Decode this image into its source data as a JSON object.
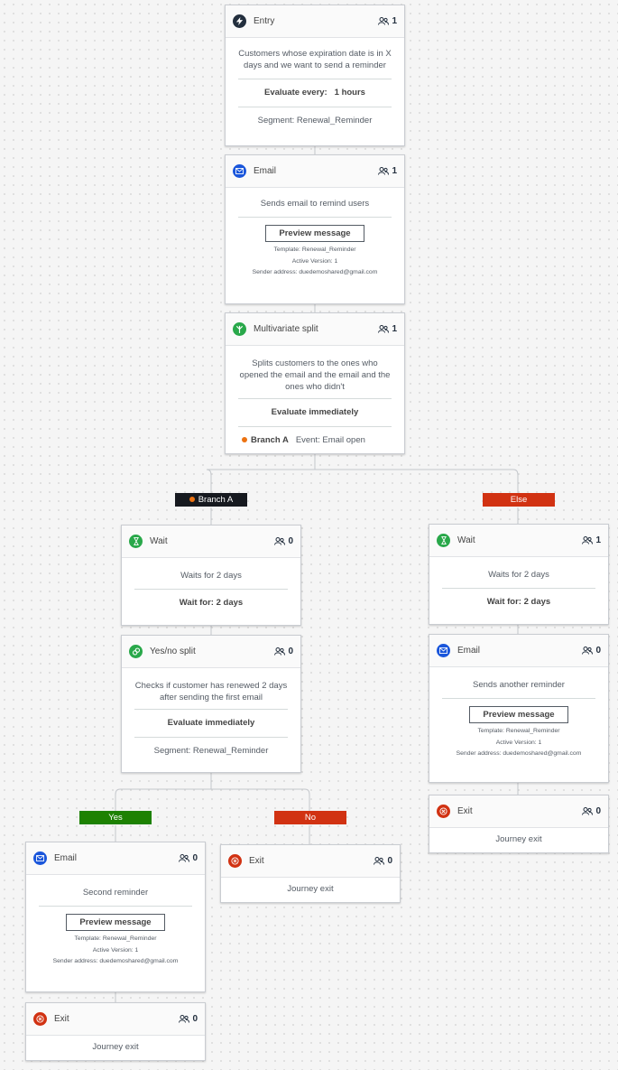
{
  "colors": {
    "dark": "#232f3e",
    "email_blue": "#1a56db",
    "wait_green": "#29a84a",
    "exit_red": "#d13212",
    "branch_dot": "#ec7211",
    "yes_green": "#1d8102",
    "no_red": "#d13212"
  },
  "entry": {
    "title": "Entry",
    "count": "1",
    "description": "Customers whose expiration date is in X days and we want to send a reminder",
    "evaluate_label": "Evaluate every:",
    "evaluate_value": "1 hours",
    "segment": "Segment: Renewal_Reminder",
    "icon": "lightning-icon"
  },
  "email1": {
    "title": "Email",
    "count": "1",
    "description": "Sends email to remind users",
    "preview_label": "Preview message",
    "template": "Template: Renewal_Reminder",
    "version": "Active Version: 1",
    "sender": "Sender address: duedemoshared@gmail.com",
    "icon": "envelope-icon"
  },
  "mvsplit": {
    "title": "Multivariate split",
    "count": "1",
    "description": "Splits customers to the ones who opened the email and the email and the ones who didn't",
    "evaluate": "Evaluate immediately",
    "branch_label": "Branch A",
    "branch_event": "Event: Email open",
    "icon": "split-icon"
  },
  "branch_labels": {
    "branch_a": "Branch A",
    "else": "Else",
    "yes": "Yes",
    "no": "No"
  },
  "wait_a": {
    "title": "Wait",
    "count": "0",
    "description": "Waits for 2 days",
    "wait_for": "Wait for: 2 days",
    "icon": "hourglass-icon"
  },
  "wait_else": {
    "title": "Wait",
    "count": "1",
    "description": "Waits for 2 days",
    "wait_for": "Wait for: 2 days",
    "icon": "hourglass-icon"
  },
  "yesno": {
    "title": "Yes/no split",
    "count": "0",
    "description": "Checks if customer has renewed 2 days after sending the first email",
    "evaluate": "Evaluate immediately",
    "segment": "Segment: Renewal_Reminder",
    "icon": "yes-no-icon"
  },
  "email_else": {
    "title": "Email",
    "count": "0",
    "description": "Sends another reminder",
    "preview_label": "Preview message",
    "template": "Template: Renewal_Reminder",
    "version": "Active Version: 1",
    "sender": "Sender address: duedemoshared@gmail.com",
    "icon": "envelope-icon"
  },
  "exit_else": {
    "title": "Exit",
    "count": "0",
    "body": "Journey exit",
    "icon": "exit-icon"
  },
  "email_yes": {
    "title": "Email",
    "count": "0",
    "description": "Second reminder",
    "preview_label": "Preview message",
    "template": "Template: Renewal_Reminder",
    "version": "Active Version: 1",
    "sender": "Sender address: duedemoshared@gmail.com",
    "icon": "envelope-icon"
  },
  "exit_no": {
    "title": "Exit",
    "count": "0",
    "body": "Journey exit",
    "icon": "exit-icon"
  },
  "exit_yes": {
    "title": "Exit",
    "count": "0",
    "body": "Journey exit",
    "icon": "exit-icon"
  }
}
